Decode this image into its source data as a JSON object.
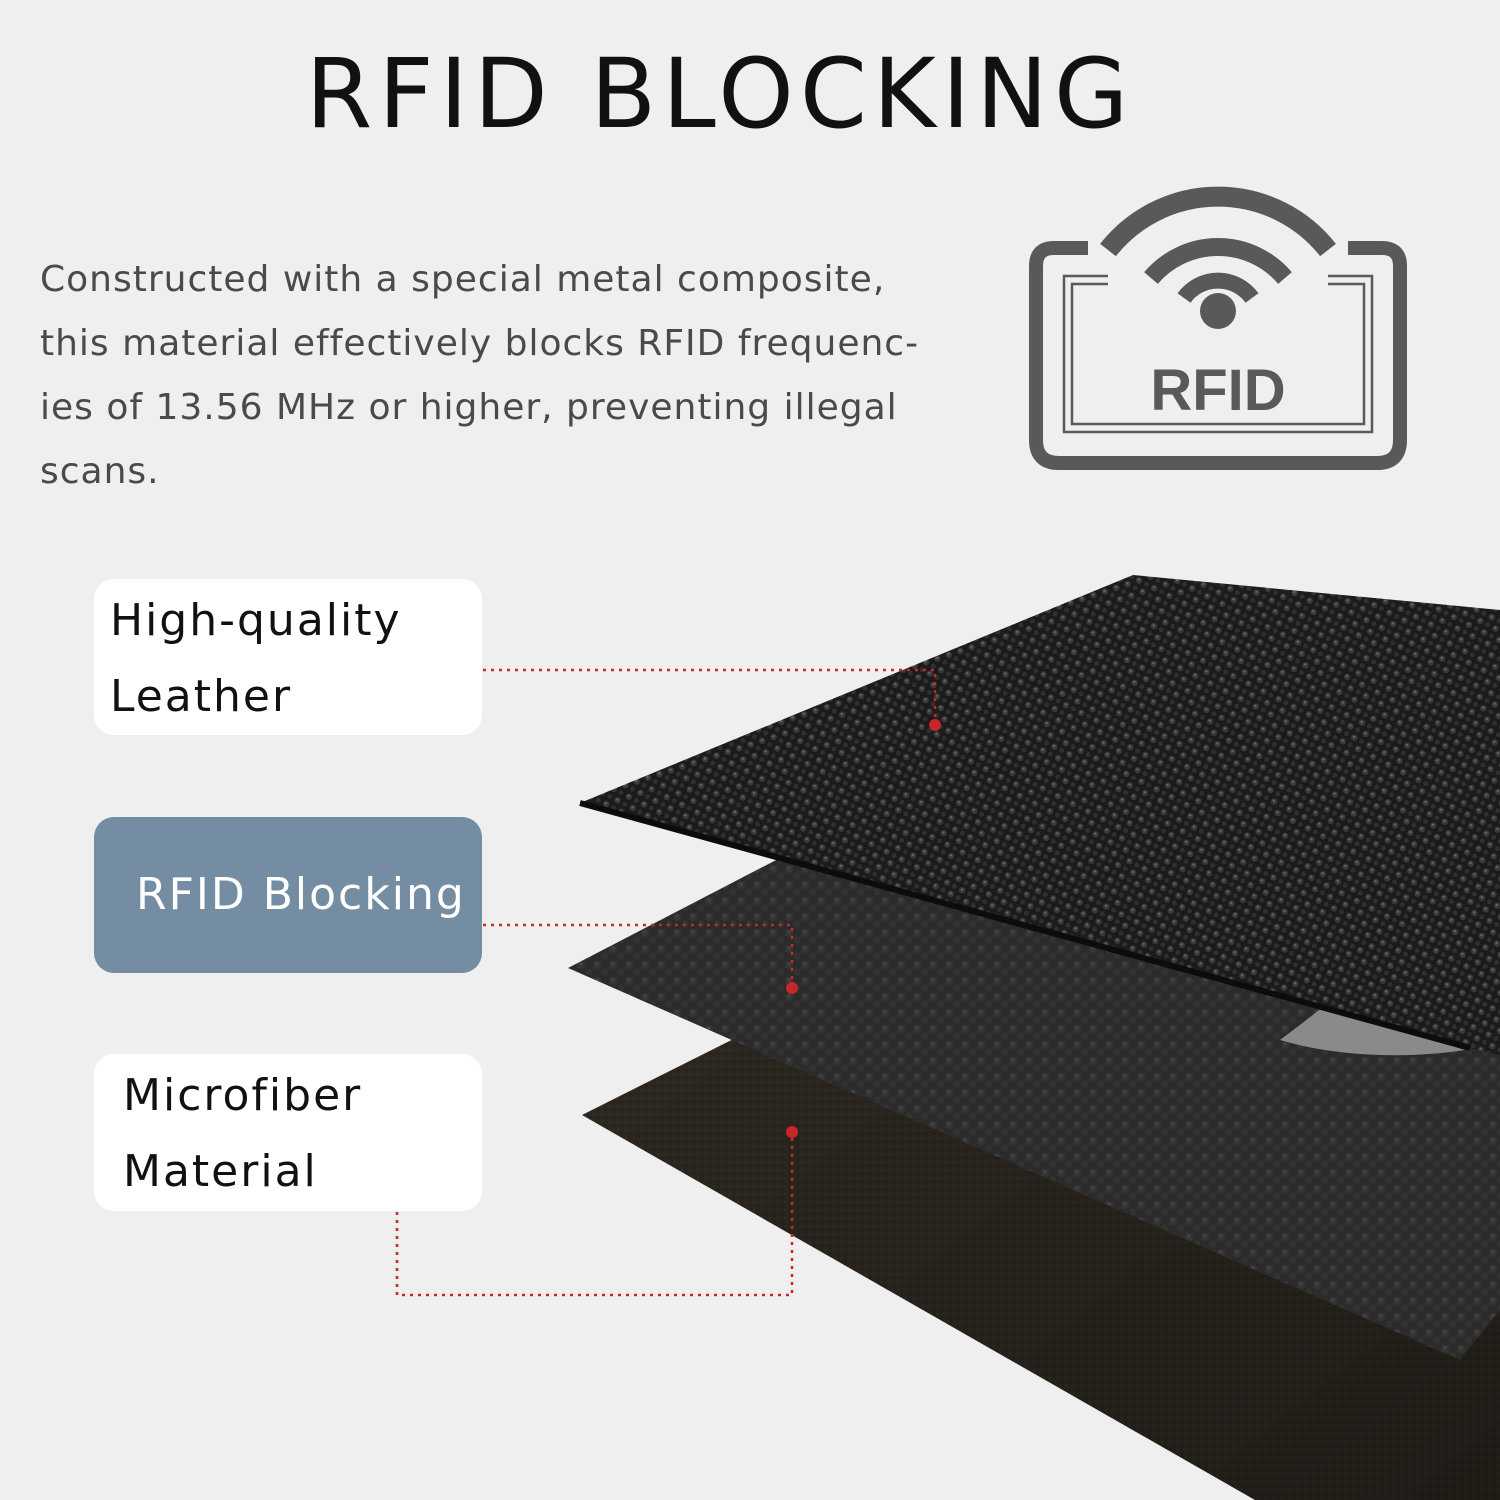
{
  "title": "RFID BLOCKING",
  "description": {
    "lines": [
      "Constructed with a special metal composite,",
      "this material effectively blocks RFID frequenc-",
      "ies of 13.56 MHz or higher, preventing illegal",
      "scans."
    ]
  },
  "rfid_icon": {
    "text": "RFID",
    "icon": "rfid-wireless-card-icon",
    "color": "#595959"
  },
  "layers": [
    {
      "lines": [
        "High-quality",
        "Leather"
      ],
      "style": "white"
    },
    {
      "lines": [
        "RFID Blocking"
      ],
      "style": "blue"
    },
    {
      "lines": [
        "Microfiber",
        "Material"
      ],
      "style": "white"
    }
  ],
  "colors": {
    "background": "#efefef",
    "accent_blue": "#748da3",
    "connector_red": "#c8262a",
    "text_dark": "#111111",
    "text_gray": "#4a4a4a"
  }
}
